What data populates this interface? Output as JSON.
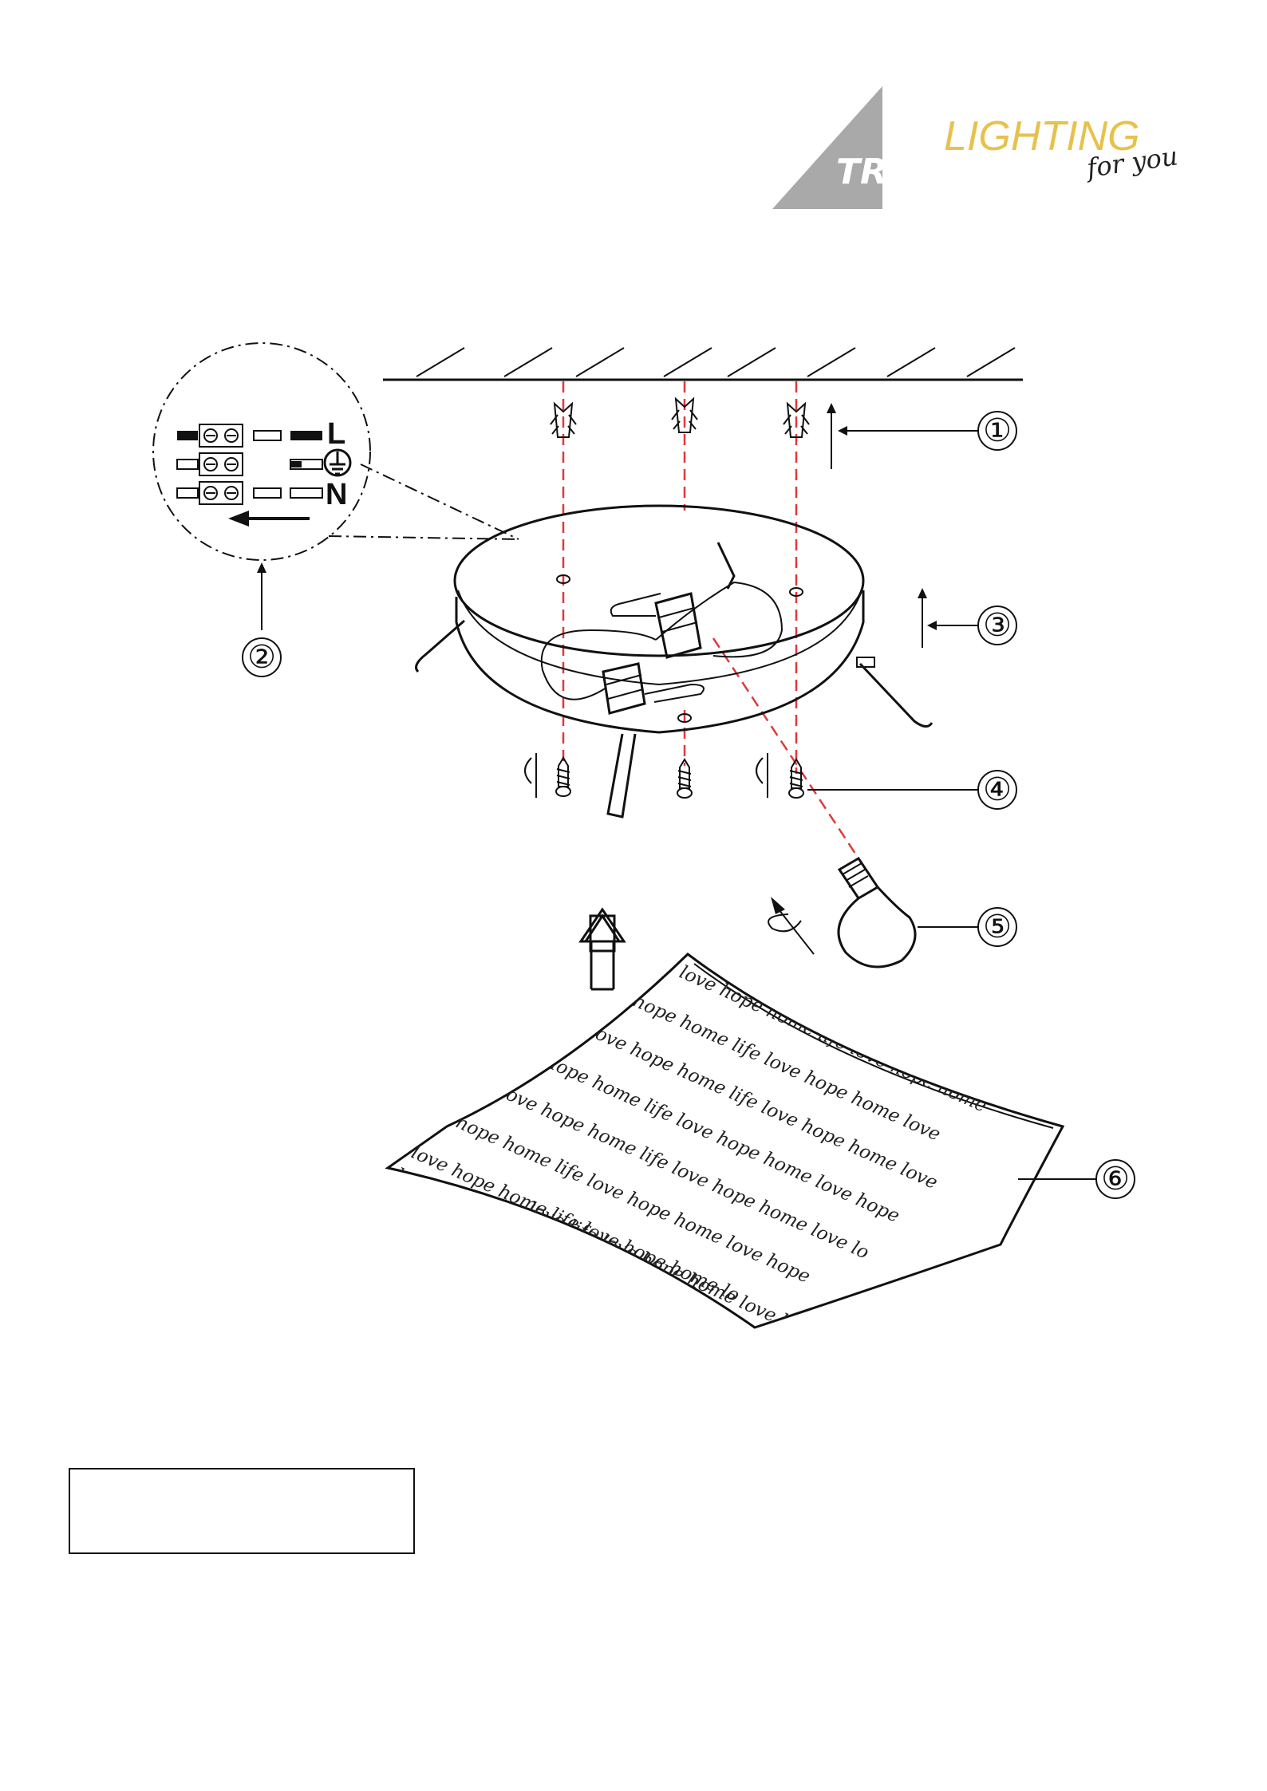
{
  "logo": {
    "trio": "TRIO",
    "lighting": "LIGHTING",
    "tagline": "for you",
    "colors": {
      "triangle": "#a9a9a9",
      "lighting": "#e6c24d"
    }
  },
  "wiring_terminals": {
    "live": "L",
    "neutral": "N",
    "earth_icon": "earth-ground-icon"
  },
  "parts": [
    {
      "number": "①"
    },
    {
      "number": "②"
    },
    {
      "number": "③"
    },
    {
      "number": "④"
    },
    {
      "number": "⑤"
    },
    {
      "number": "⑥"
    }
  ],
  "shade_pattern": {
    "rows": [
      "love hope home life love hope home",
      "hope home life love hope home love",
      "love hope home life love hope home love",
      "hope home life love hope home love hope",
      "love hope home life love hope home love lo",
      "hope home life love hope home love hope",
      "love hope home life love hope home lo",
      "hope home life love hope home love lo",
      "love life love hope home love lo"
    ]
  },
  "colors": {
    "guide_line": "#e0393a",
    "ink": "#111111"
  }
}
